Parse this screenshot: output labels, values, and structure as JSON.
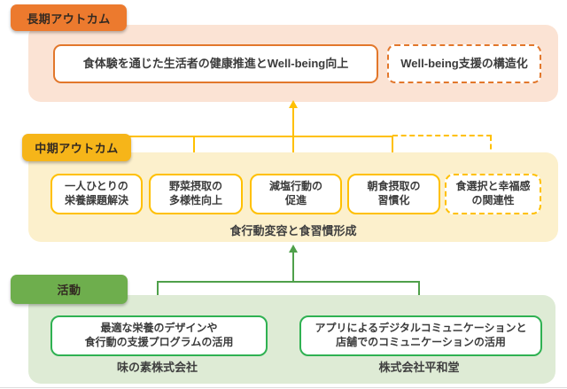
{
  "sections": {
    "long_term": {
      "label": "長期アウトカム",
      "main_box": "食体験を通じた生活者の健康推進とWell-being向上",
      "dashed_box": "Well-being支援の構造化"
    },
    "mid_term": {
      "label": "中期アウトカム",
      "boxes": [
        {
          "line1": "一人ひとりの",
          "line2": "栄養課題解決"
        },
        {
          "line1": "野菜摂取の",
          "line2": "多様性向上"
        },
        {
          "line1": "減塩行動の",
          "line2": "促進"
        },
        {
          "line1": "朝食摂取の",
          "line2": "習慣化"
        },
        {
          "line1": "食選択と幸福感",
          "line2": "の関連性"
        }
      ],
      "caption": "食行動変容と食習慣形成"
    },
    "activity": {
      "label": "活動",
      "boxes": [
        {
          "line1": "最適な栄養のデザインや",
          "line2": "食行動の支援プログラムの活用",
          "company": "味の素株式会社"
        },
        {
          "line1": "アプリによるデジタルコミュニケーションと",
          "line2": "店舗でのコミュニケーションの活用",
          "company": "株式会社平和堂"
        }
      ]
    }
  },
  "colors": {
    "orange_label": "#ec7a2e",
    "orange_border": "#e2772b",
    "pink_band": "#fbe3d4",
    "amber_label": "#f6b519",
    "yellow_band": "#fcf0cc",
    "yellow_line": "#ffc000",
    "green_label": "#6eae4d",
    "green_band": "#deebd5",
    "green_border": "#2fb152",
    "green_line": "#4fa04a",
    "text_main": "#3b3b3b"
  }
}
